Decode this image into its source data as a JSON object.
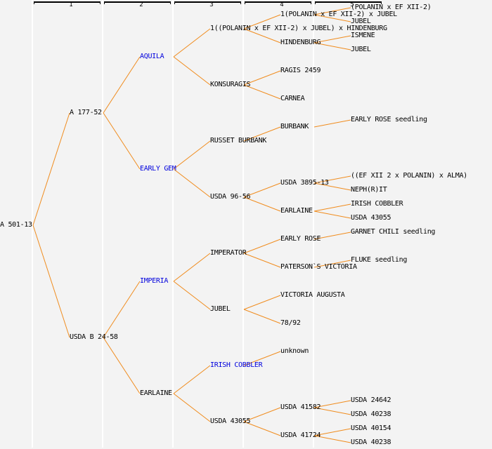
{
  "header": {
    "generations": [
      "1",
      "2",
      "3",
      "4",
      "5"
    ]
  },
  "colors": {
    "line": "#f08c1e",
    "link_text": "#0000dd",
    "text": "#000000",
    "background": "#f3f3f3"
  },
  "pedigree": {
    "root": {
      "label": "A 501-13",
      "link": false
    },
    "nodes": [
      {
        "id": "g1a",
        "gen": 1,
        "row": 160,
        "label": "A 177-52",
        "link": false,
        "parent": "root"
      },
      {
        "id": "g1b",
        "gen": 1,
        "row": 480,
        "label": "USDA B 24-58",
        "link": false,
        "parent": "root"
      },
      {
        "id": "g2a",
        "gen": 2,
        "row": 80,
        "label": "AQUILA",
        "link": true,
        "parent": "g1a"
      },
      {
        "id": "g2b",
        "gen": 2,
        "row": 240,
        "label": "EARLY GEM",
        "link": true,
        "parent": "g1a"
      },
      {
        "id": "g2c",
        "gen": 2,
        "row": 400,
        "label": "IMPERIA",
        "link": true,
        "parent": "g1b"
      },
      {
        "id": "g2d",
        "gen": 2,
        "row": 560,
        "label": "EARLAINE",
        "link": false,
        "parent": "g1b"
      },
      {
        "id": "g3a",
        "gen": 3,
        "row": 40,
        "label": "1((POLANIN x EF XII-2) x JUBEL) x HINDENBURG",
        "link": false,
        "parent": "g2a"
      },
      {
        "id": "g3b",
        "gen": 3,
        "row": 120,
        "label": "KONSURAGIS",
        "link": false,
        "parent": "g2a"
      },
      {
        "id": "g3c",
        "gen": 3,
        "row": 200,
        "label": "RUSSET BURBANK",
        "link": false,
        "parent": "g2b"
      },
      {
        "id": "g3d",
        "gen": 3,
        "row": 280,
        "label": "USDA 96-56",
        "link": false,
        "parent": "g2b"
      },
      {
        "id": "g3e",
        "gen": 3,
        "row": 360,
        "label": "IMPERATOR",
        "link": false,
        "parent": "g2c"
      },
      {
        "id": "g3f",
        "gen": 3,
        "row": 440,
        "label": "JUBEL",
        "link": false,
        "parent": "g2c"
      },
      {
        "id": "g3g",
        "gen": 3,
        "row": 520,
        "label": "IRISH COBBLER",
        "link": true,
        "parent": "g2d"
      },
      {
        "id": "g3h",
        "gen": 3,
        "row": 600,
        "label": "USDA 43055",
        "link": false,
        "parent": "g2d"
      },
      {
        "id": "g4a",
        "gen": 4,
        "row": 20,
        "label": "1(POLANIN x EF XII-2) x JUBEL",
        "link": false,
        "parent": "g3a"
      },
      {
        "id": "g4b",
        "gen": 4,
        "row": 60,
        "label": "HINDENBURG",
        "link": false,
        "parent": "g3a"
      },
      {
        "id": "g4c",
        "gen": 4,
        "row": 100,
        "label": "RAGIS 2459",
        "link": false,
        "parent": "g3b"
      },
      {
        "id": "g4d",
        "gen": 4,
        "row": 140,
        "label": "CARNEA",
        "link": false,
        "parent": "g3b"
      },
      {
        "id": "g4e",
        "gen": 4,
        "row": 180,
        "label": "BURBANK",
        "link": false,
        "parent": "g3c"
      },
      {
        "id": "g4g",
        "gen": 4,
        "row": 260,
        "label": "USDA 3895-13",
        "link": false,
        "parent": "g3d"
      },
      {
        "id": "g4h",
        "gen": 4,
        "row": 300,
        "label": "EARLAINE",
        "link": false,
        "parent": "g3d"
      },
      {
        "id": "g4i",
        "gen": 4,
        "row": 340,
        "label": "EARLY ROSE",
        "link": false,
        "parent": "g3e"
      },
      {
        "id": "g4j",
        "gen": 4,
        "row": 380,
        "label": "PATERSON`S VICTORIA",
        "link": false,
        "parent": "g3e"
      },
      {
        "id": "g4k",
        "gen": 4,
        "row": 420,
        "label": "VICTORIA AUGUSTA",
        "link": false,
        "parent": "g3f"
      },
      {
        "id": "g4l",
        "gen": 4,
        "row": 460,
        "label": "78/92",
        "link": false,
        "parent": "g3f"
      },
      {
        "id": "g4m",
        "gen": 4,
        "row": 500,
        "label": "unknown",
        "link": false,
        "parent": "g3g"
      },
      {
        "id": "g4o",
        "gen": 4,
        "row": 580,
        "label": "USDA 41582",
        "link": false,
        "parent": "g3h"
      },
      {
        "id": "g4p",
        "gen": 4,
        "row": 620,
        "label": "USDA 41724",
        "link": false,
        "parent": "g3h"
      },
      {
        "id": "g5a",
        "gen": 5,
        "row": 10,
        "label": "(POLANIN x EF XII-2)",
        "link": false,
        "parent": "g4a"
      },
      {
        "id": "g5b",
        "gen": 5,
        "row": 30,
        "label": "JUBEL",
        "link": false,
        "parent": "g4a"
      },
      {
        "id": "g5c",
        "gen": 5,
        "row": 50,
        "label": "ISMENE",
        "link": false,
        "parent": "g4b"
      },
      {
        "id": "g5d",
        "gen": 5,
        "row": 70,
        "label": "JUBEL",
        "link": false,
        "parent": "g4b"
      },
      {
        "id": "g5e",
        "gen": 5,
        "row": 170,
        "label": "EARLY ROSE seedling",
        "link": false,
        "parent": "g4e"
      },
      {
        "id": "g5f",
        "gen": 5,
        "row": 250,
        "label": "((EF XII 2 x POLANIN) x ALMA)",
        "link": false,
        "parent": "g4g"
      },
      {
        "id": "g5g",
        "gen": 5,
        "row": 270,
        "label": "NEPH(R)IT",
        "link": false,
        "parent": "g4g"
      },
      {
        "id": "g5h",
        "gen": 5,
        "row": 290,
        "label": "IRISH COBBLER",
        "link": false,
        "parent": "g4h"
      },
      {
        "id": "g5i",
        "gen": 5,
        "row": 310,
        "label": "USDA 43055",
        "link": false,
        "parent": "g4h"
      },
      {
        "id": "g5j",
        "gen": 5,
        "row": 330,
        "label": "GARNET CHILI seedling",
        "link": false,
        "parent": "g4i"
      },
      {
        "id": "g5k",
        "gen": 5,
        "row": 370,
        "label": "FLUKE seedling",
        "link": false,
        "parent": "g4j"
      },
      {
        "id": "g5l",
        "gen": 5,
        "row": 570,
        "label": "USDA 24642",
        "link": false,
        "parent": "g4o"
      },
      {
        "id": "g5m",
        "gen": 5,
        "row": 590,
        "label": "USDA 40238",
        "link": false,
        "parent": "g4o"
      },
      {
        "id": "g5n",
        "gen": 5,
        "row": 610,
        "label": "USDA 40154",
        "link": false,
        "parent": "g4p"
      },
      {
        "id": "g5o",
        "gen": 5,
        "row": 630,
        "label": "USDA 40238",
        "link": false,
        "parent": "g4p"
      }
    ]
  }
}
